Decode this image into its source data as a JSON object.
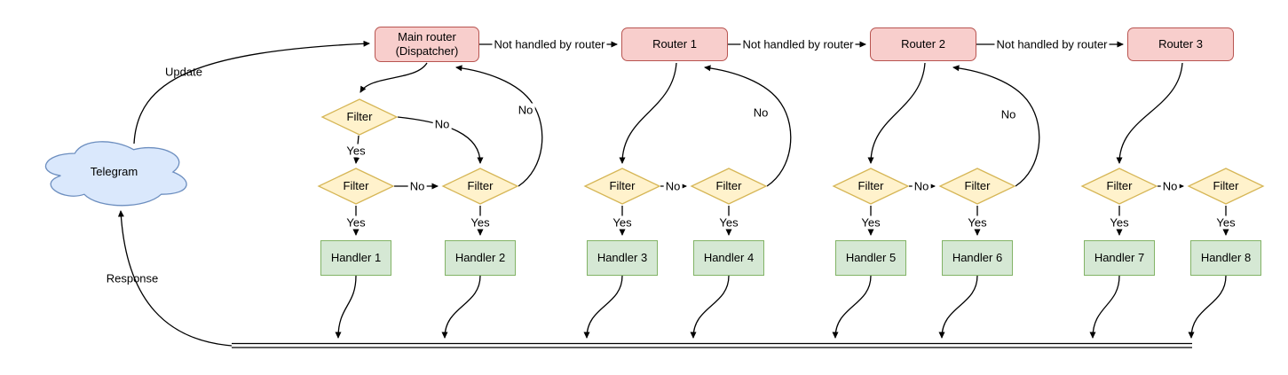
{
  "colors": {
    "bg": "#ffffff",
    "text": "#000000",
    "edge": "#000000",
    "router-fill": "#f8cecc",
    "router-stroke": "#b85450",
    "filter-fill": "#fff2cc",
    "filter-stroke": "#d6b656",
    "handler-fill": "#d5e8d4",
    "handler-stroke": "#82b366",
    "cloud-fill": "#dae8fc",
    "cloud-stroke": "#6c8ebf"
  },
  "cloud": {
    "label": "Telegram"
  },
  "routers": {
    "main": "Main router\n(Dispatcher)",
    "r1": "Router 1",
    "r2": "Router 2",
    "r3": "Router 3"
  },
  "filter_label": "Filter",
  "handlers": [
    "Handler 1",
    "Handler 2",
    "Handler 3",
    "Handler 4",
    "Handler 5",
    "Handler 6",
    "Handler 7",
    "Handler 8"
  ],
  "edge_labels": {
    "update": "Update",
    "response": "Response",
    "not_handled": "Not handled by router",
    "yes": "Yes",
    "no": "No"
  }
}
